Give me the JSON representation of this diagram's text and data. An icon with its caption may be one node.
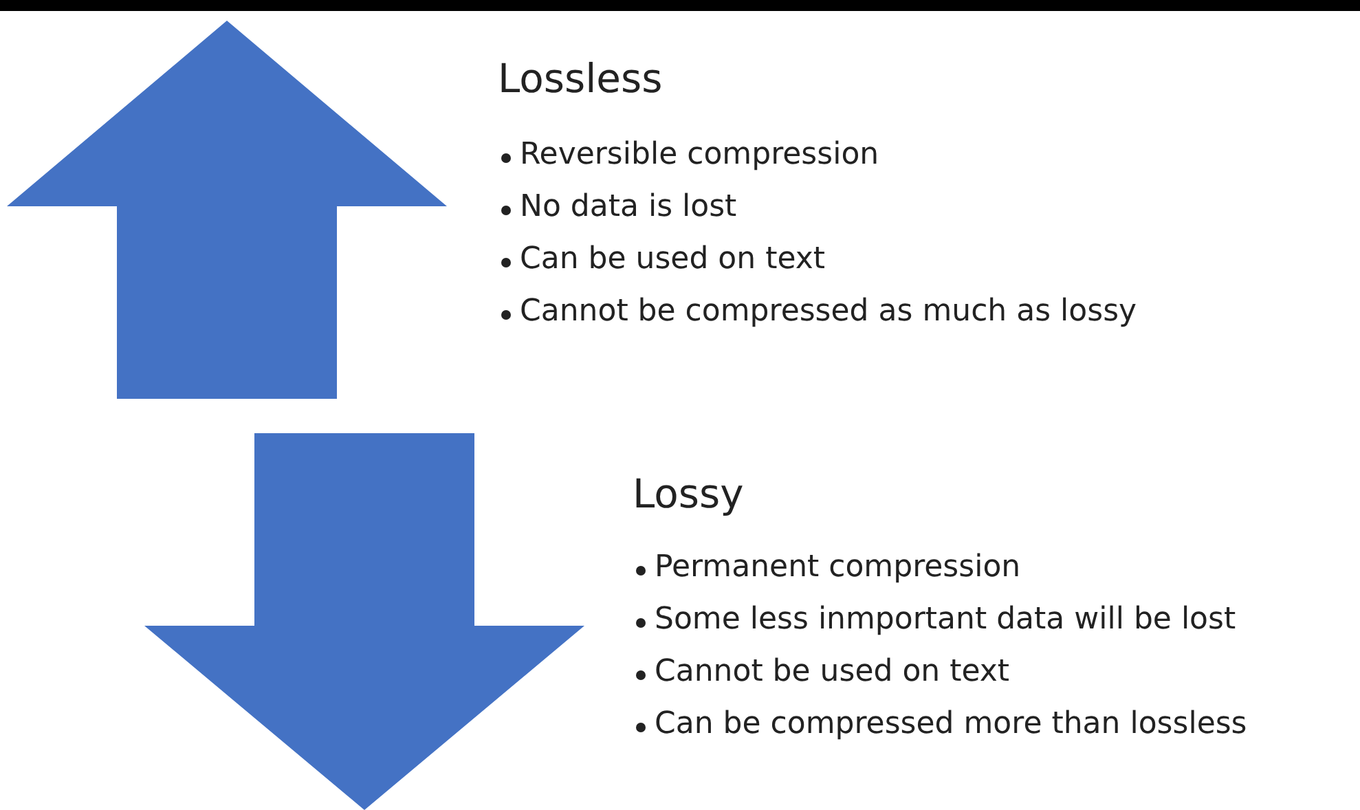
{
  "diagram": {
    "labels": [
      "Lossless",
      "Reversible compression",
      "No data is lost",
      "Can be used on text",
      "Cannot be compressed as much as lossy",
      "Lossy",
      "Permanent compression",
      "Some less inmportant data will be lost",
      "Cannot be used on text",
      "Can be compressed more than lossless"
    ]
  }
}
